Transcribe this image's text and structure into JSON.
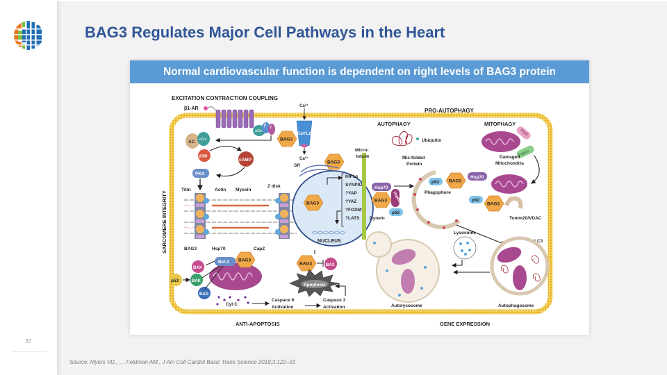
{
  "slide": {
    "title": "BAG3 Regulates Major Cell Pathways in the Heart",
    "banner": "Normal cardiovascular function is dependent on right levels of BAG3 protein",
    "page_number": "37",
    "source_prefix": "Source: ",
    "source_citation": "Myers VD., … Feldman AM., J Am Coll Cardiol Basic Trans Science 2018;3:122–31"
  },
  "colors": {
    "title": "#2f5597",
    "banner": "#5b9bd5",
    "membrane": "#f3c63c",
    "bag3": "#f0a848",
    "mitochondria": "#a8498f"
  },
  "diagram": {
    "sections": {
      "ecc": "EXCITATION CONTRACTION COUPLING",
      "pro_autophagy": "PRO-AUTOPHAGY",
      "autophagy": "AUTOPHAGY",
      "mitophagy": "MITOPHAGY",
      "sarcomere": "SARCOMERE INTEGRITY",
      "anti_apoptosis": "ANTI-APOPTOSIS",
      "gene_expression": "GENE EXPRESSION"
    },
    "ecc": {
      "b1ar": "β1-AR",
      "ac": "AC",
      "ags": "αGs",
      "beta": "β",
      "gamma": "γ",
      "bag3": "BAG3",
      "atp": "ATP",
      "camp": "cAMP",
      "pka": "PKA",
      "ca_in": "Ca²⁺",
      "ca_out": "Ca²⁺",
      "cav": "CaV1.2",
      "sr": "SR"
    },
    "sarcomere": {
      "titin": "Titin",
      "actin": "Actin",
      "myosin": "Myosin",
      "zdisk": "Z disk",
      "bag3": "BAG3",
      "hsp70": "Hsp70",
      "capz": "CapZ"
    },
    "nucleus": {
      "bag3_top": "BAG3",
      "bag3": "BAG3",
      "label": "NUCLEUS",
      "genes": [
        "HIF1α",
        "SYNP02",
        "?YAP",
        "?YAZ",
        "?FOXM1",
        "?LATS"
      ]
    },
    "autophagy": {
      "microtubule": "Micro-",
      "microtubule2": "tubule",
      "ubiquitin": "Ubiquitin",
      "misfolded1": "Mis-folded",
      "misfolded2": "Protein",
      "hsp70": "Hsp70",
      "hspb8": "HspB8",
      "bag3": "BAG3",
      "p62": "p62",
      "dynein": "Dynein",
      "p62_b": "p62",
      "bag3_b": "BAG3",
      "hsp70_b": "Hsp70",
      "phagophore": "Phagophore"
    },
    "mitophagy": {
      "pink": "PINK",
      "parkin": "Parkin",
      "damaged1": "Damaged",
      "damaged2": "Mitochondria",
      "p62": "p62",
      "bag3": "BAG3",
      "tomm": "Tomm20/VDAC"
    },
    "lysosomal": {
      "lysosome": "Lysosome",
      "lc3": "LC3",
      "autolysosome": "Autolysosome",
      "autophagosome": "Autophagosome"
    },
    "apoptosis": {
      "bax": "BAX",
      "bcl2": "Bcl-2",
      "bag3": "BAG3",
      "p53": "p53",
      "bak": "BAK",
      "bad": "BAD",
      "cytc": "Cyt C",
      "bag3_b": "BAG3",
      "bax_b": "BAX",
      "apoptosis": "Apoptosis",
      "casp9_1": "Caspace 9",
      "casp9_2": "Activation",
      "casp3_1": "Caspace 3",
      "casp3_2": "Activation"
    }
  }
}
